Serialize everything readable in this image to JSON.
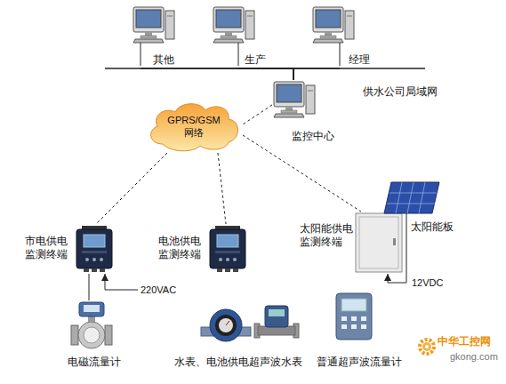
{
  "diagram": {
    "nodes": [
      {
        "text": [
          "其他"
        ]
      },
      {
        "text": [
          "生产"
        ]
      },
      {
        "text": [
          "经理"
        ]
      },
      {
        "text": [
          "监控中心"
        ]
      },
      {
        "text": [
          "GPRS/GSM 网络"
        ]
      },
      {
        "text": [
          "市电供电 监测终端"
        ]
      },
      {
        "text": [
          "电池供电 监测终端"
        ]
      },
      {
        "text": [
          "太阳能供电 监测终端"
        ]
      },
      {
        "text": [
          "太阳能板"
        ]
      },
      {
        "text": [
          "电磁流量计"
        ]
      },
      {
        "text": [
          "水表、电池供电超声波水表"
        ]
      },
      {
        "text": [
          "普通超声波流量计"
        ]
      }
    ],
    "edges": [
      {
        "from": 0,
        "to": 3,
        "arrow": "none"
      },
      {
        "from": 1,
        "to": 3,
        "arrow": "none"
      },
      {
        "from": 2,
        "to": 3,
        "arrow": "none"
      },
      {
        "from": 3,
        "to": 4,
        "arrow": "none"
      },
      {
        "from": 4,
        "to": 5,
        "arrow": "none"
      },
      {
        "from": 4,
        "to": 6,
        "arrow": "none"
      },
      {
        "from": 4,
        "to": 7,
        "arrow": "none"
      },
      {
        "from": 5,
        "to": 9,
        "arrow": "none"
      },
      {
        "from": 8,
        "to": 7,
        "label": "12VDC",
        "arrow": "to"
      }
    ],
    "labels": [
      "供水公司局域网",
      "220VAC",
      "中华工控网",
      "gkong.com"
    ]
  }
}
